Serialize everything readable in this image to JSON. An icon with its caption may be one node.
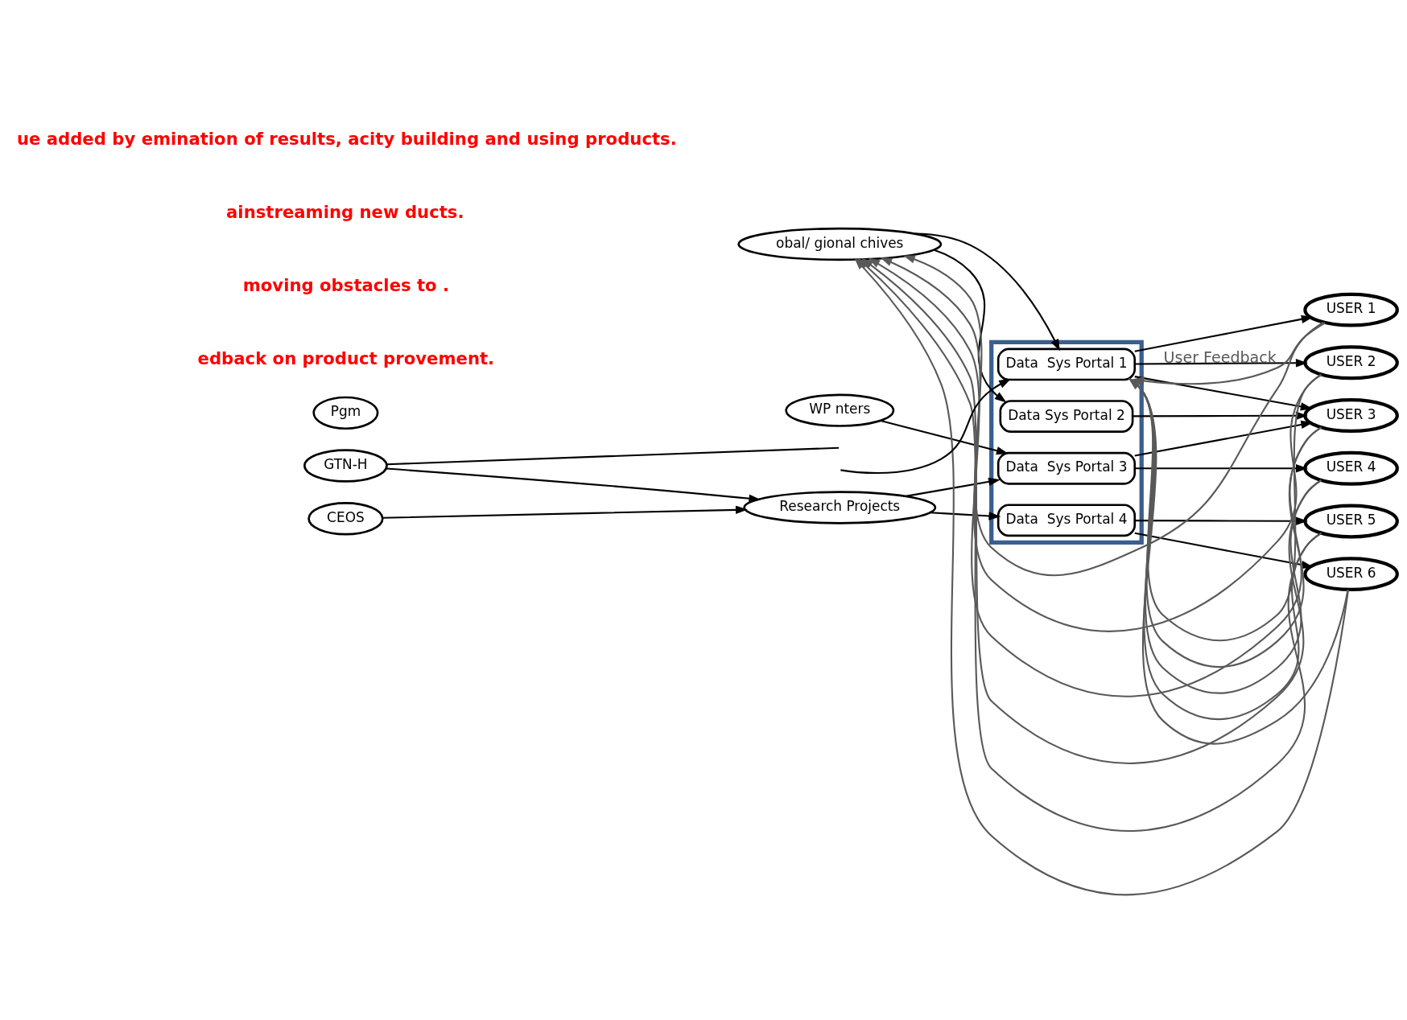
{
  "diagram": {
    "nodes": [
      {
        "text": [
          "obal/ gional chives"
        ]
      },
      {
        "text": [
          "WP nters"
        ]
      },
      {
        "text": [
          "Pgm"
        ]
      },
      {
        "text": [
          "GTN-H"
        ]
      },
      {
        "text": [
          "Research Projects"
        ]
      },
      {
        "text": [
          "CEOS"
        ]
      },
      {
        "text": [],
        "shape": "box"
      },
      {
        "text": [
          "Data  Sys Portal 1"
        ],
        "in": 6
      },
      {
        "text": [
          "Data Sys Portal 2"
        ],
        "in": 6
      },
      {
        "text": [
          "Data  Sys Portal 3"
        ],
        "in": 6
      },
      {
        "text": [
          "Data  Sys Portal 4"
        ],
        "in": 6
      },
      {
        "text": [
          "USER 1"
        ]
      },
      {
        "text": [
          "USER 2"
        ]
      },
      {
        "text": [
          "USER 3"
        ]
      },
      {
        "text": [
          "USER 4"
        ]
      },
      {
        "text": [
          "USER 5"
        ]
      },
      {
        "text": [
          "USER 6"
        ]
      }
    ],
    "edges": [
      {
        "from": null,
        "to": 7,
        "arrow": "to"
      },
      {
        "from": 0,
        "to": 7,
        "arrow": "to"
      },
      {
        "from": 0,
        "to": 8,
        "arrow": "to"
      },
      {
        "from": 1,
        "to": 9,
        "arrow": "to"
      },
      {
        "from": 3,
        "to": null,
        "arrow": "none"
      },
      {
        "from": 3,
        "to": 4,
        "arrow": "to"
      },
      {
        "from": 5,
        "to": 4,
        "arrow": "to"
      },
      {
        "from": 4,
        "to": 9,
        "arrow": "to"
      },
      {
        "from": 4,
        "to": 10,
        "arrow": "to"
      },
      {
        "from": 7,
        "to": 11,
        "arrow": "to"
      },
      {
        "from": 7,
        "to": 12,
        "arrow": "to"
      },
      {
        "from": 7,
        "to": 13,
        "arrow": "to"
      },
      {
        "from": 8,
        "to": 13,
        "arrow": "to"
      },
      {
        "from": 9,
        "to": 13,
        "arrow": "to"
      },
      {
        "from": 9,
        "to": 14,
        "arrow": "to"
      },
      {
        "from": 10,
        "to": 15,
        "arrow": "to"
      },
      {
        "from": 10,
        "to": 16,
        "arrow": "to"
      },
      {
        "from": 11,
        "to": 0,
        "arrow": "to",
        "color": "#595959"
      },
      {
        "from": 11,
        "to": 7,
        "arrow": "to",
        "color": "#595959",
        "label": "User Feedback"
      },
      {
        "from": 12,
        "to": 0,
        "arrow": "to",
        "color": "#595959"
      },
      {
        "from": 12,
        "to": 7,
        "arrow": "to",
        "color": "#595959"
      },
      {
        "from": 13,
        "to": 0,
        "arrow": "to",
        "color": "#595959"
      },
      {
        "from": 13,
        "to": 7,
        "arrow": "to",
        "color": "#595959"
      },
      {
        "from": 14,
        "to": 0,
        "arrow": "to",
        "color": "#595959"
      },
      {
        "from": 14,
        "to": 7,
        "arrow": "to",
        "color": "#595959"
      },
      {
        "from": 15,
        "to": 0,
        "arrow": "to",
        "color": "#595959"
      },
      {
        "from": 15,
        "to": 7,
        "arrow": "to",
        "color": "#595959"
      },
      {
        "from": 16,
        "to": 0,
        "arrow": "to",
        "color": "#595959"
      },
      {
        "from": 16,
        "to": 7,
        "arrow": "to",
        "color": "#595959"
      }
    ],
    "labels": [
      "ue added by emination of results, acity building and using products.",
      "ainstreaming new ducts.",
      "moving obstacles to .",
      "edback on product provement."
    ]
  }
}
